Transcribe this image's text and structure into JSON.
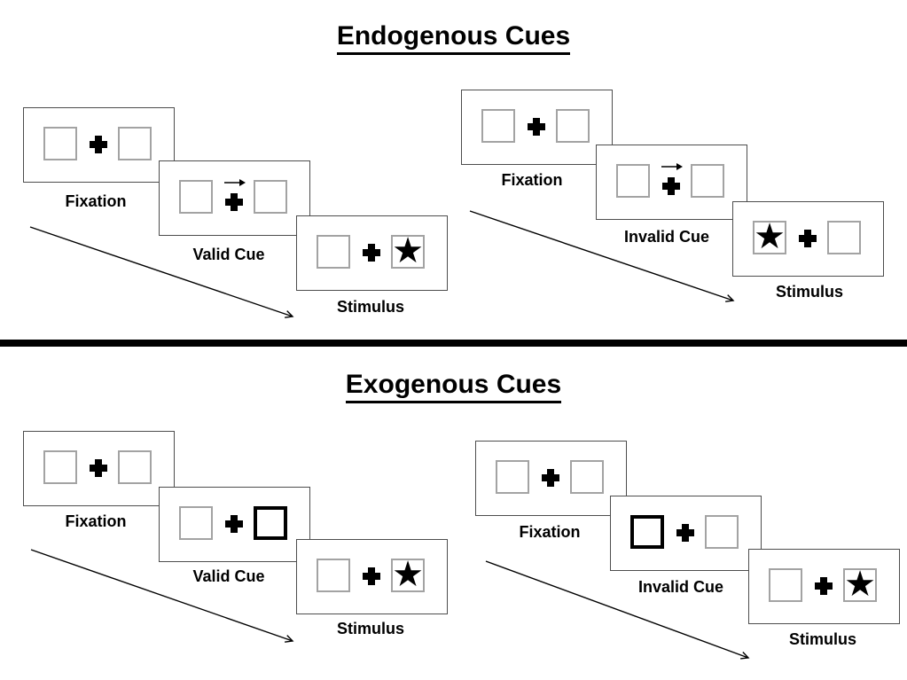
{
  "sections": {
    "endogenous": {
      "title": "Endogenous Cues",
      "cue_style": "central arrow above fixation cross",
      "valid": {
        "labels": [
          "Fixation",
          "Valid Cue",
          "Stimulus"
        ],
        "cue": "right-arrow",
        "star_side": "right"
      },
      "invalid": {
        "labels": [
          "Fixation",
          "Invalid Cue",
          "Stimulus"
        ],
        "cue": "right-arrow",
        "star_side": "left"
      }
    },
    "exogenous": {
      "title": "Exogenous Cues",
      "cue_style": "peripheral bold box",
      "valid": {
        "labels": [
          "Fixation",
          "Valid Cue",
          "Stimulus"
        ],
        "cue": "bold-right-box",
        "star_side": "right"
      },
      "invalid": {
        "labels": [
          "Fixation",
          "Invalid Cue",
          "Stimulus"
        ],
        "cue": "bold-left-box",
        "star_side": "right"
      }
    }
  },
  "glyphs": {
    "star": "★"
  },
  "colors": {
    "ink": "#000000",
    "panel_border": "#4d4d4d",
    "square_border": "#a3a3a3",
    "bold_square_border": "#000000",
    "background": "#ffffff"
  }
}
